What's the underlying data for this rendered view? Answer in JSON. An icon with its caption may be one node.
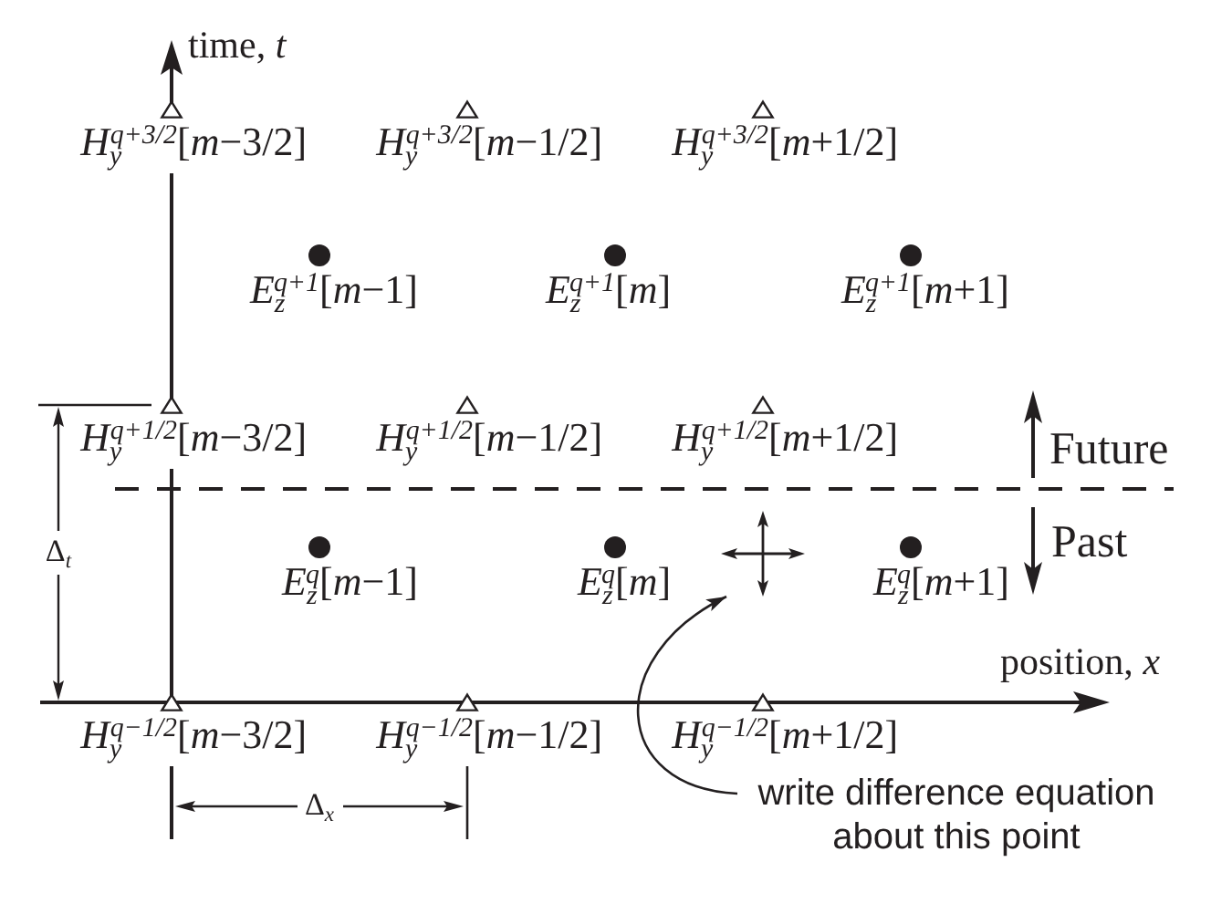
{
  "diagram": {
    "nodes": [
      {
        "text": [
          "write difference equation about this point"
        ]
      },
      {
        "text": [],
        "shape": "cross"
      }
    ],
    "edges": [
      {
        "from": 0,
        "to": 1,
        "arrow": "to"
      }
    ],
    "labels": [
      "time, *t*",
      "*H*$_{y}$$^{q+3/2}$[*m*−3/2]",
      "*H*$_{y}$$^{q+3/2}$[*m*−1/2]",
      "*H*$_{y}$$^{q+3/2}$[*m*+1/2]",
      "*E*$_{z}$$^{q+1}$[*m*−1]",
      "*E*$_{z}$$^{q+1}$[*m*]",
      "*E*$_{z}$$^{q+1}$[*m*+1]",
      "*H*$_{y}$$^{q+1/2}$[*m*−3/2]",
      "*H*$_{y}$$^{q+1/2}$[*m*−1/2]",
      "*H*$_{y}$$^{q+1/2}$[*m*+1/2]",
      "Future",
      "Δ$_{t}$",
      "Past",
      "*E*$_{z}$$^{q}$[*m*−1]",
      "*E*$_{z}$$^{q}$[*m*]",
      "*E*$_{z}$$^{q}$[*m*+1]",
      "position, *x*",
      "*H*$_{y}$$^{q−1/2}$[*m*−3/2]",
      "*H*$_{y}$$^{q−1/2}$[*m*−1/2]",
      "*H*$_{y}$$^{q−1/2}$[*m*+1/2]",
      "Δ$_{x}$"
    ]
  }
}
